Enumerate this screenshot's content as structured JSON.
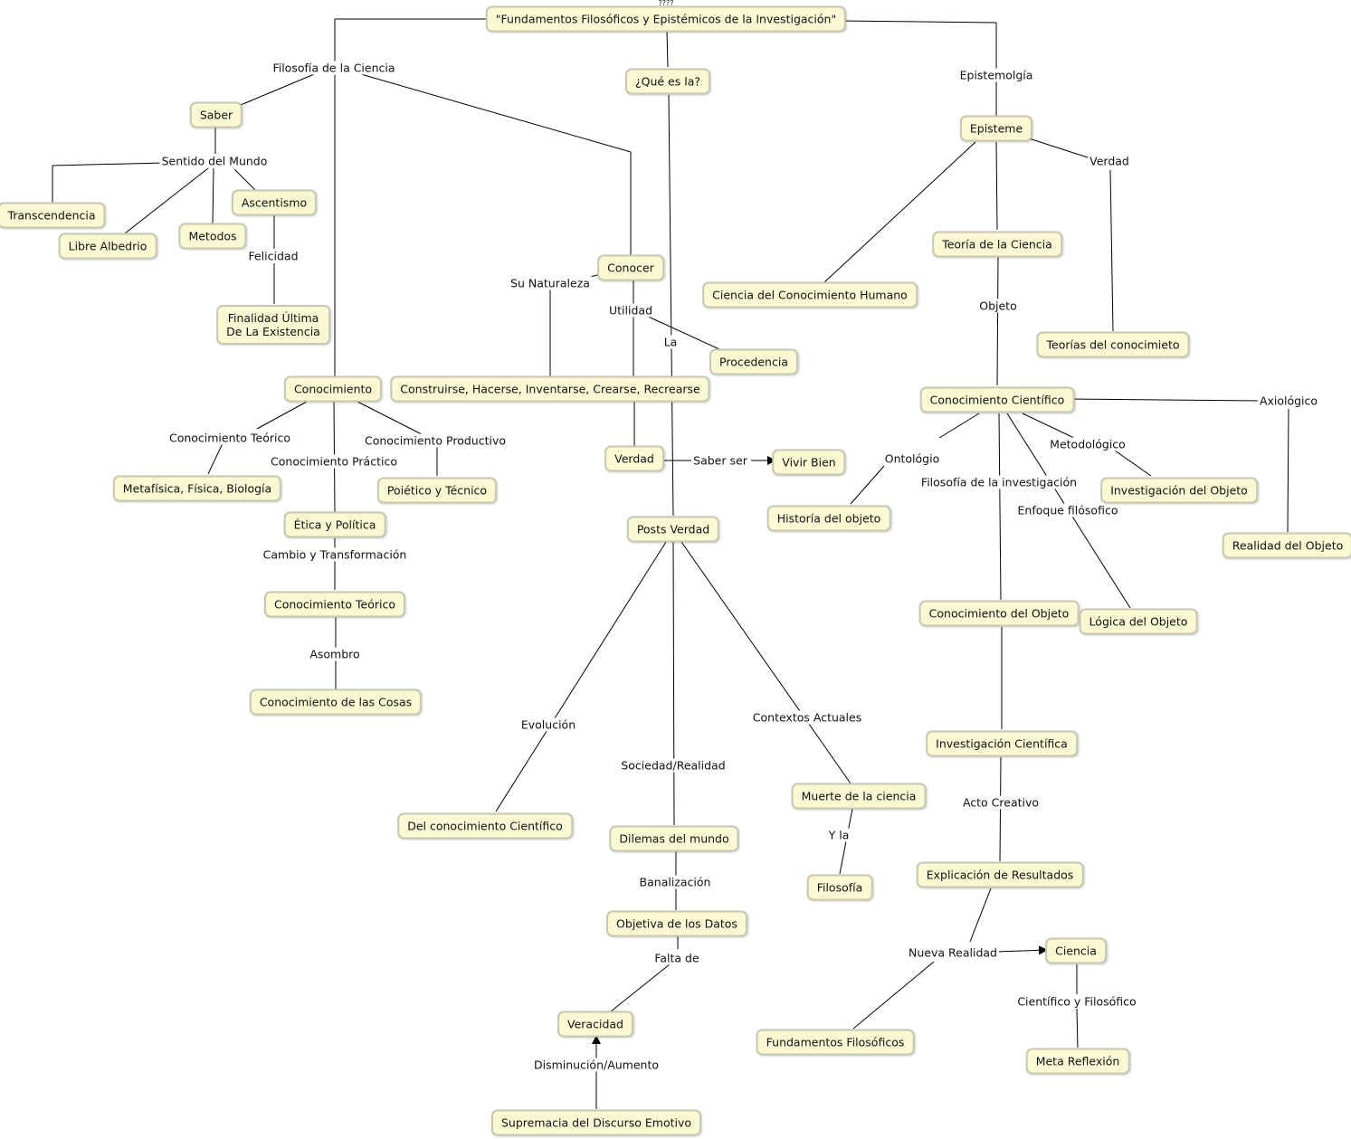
{
  "stray_text": "????",
  "nodes": {
    "root": "\"Fundamentos Filosóficos y Epistémicos de la Investigación\"",
    "que_es": "¿Qué es la?",
    "saber": "Saber",
    "transcendencia": "Transcendencia",
    "libre_albedrio": "Libre Albedrio",
    "metodos": "Metodos",
    "ascentismo": "Ascentismo",
    "finalidad": "Finalidad Última\nDe La Existencia",
    "conocer": "Conocer",
    "construirse": "Construirse, Hacerse, Inventarse, Crearse, Recrearse",
    "procedencia": "Procedencia",
    "verdad": "Verdad",
    "vivir_bien": "Vivir Bien",
    "posts_verdad": "Posts Verdad",
    "conocimiento": "Conocimiento",
    "metafisica": "Metafísica, Física, Biología",
    "poietico": "Poiético y Técnico",
    "etica": "Ética y Política",
    "conocimiento_teorico": "Conocimiento Teórico",
    "conocimiento_cosas": "Conocimiento de las Cosas",
    "del_conocimiento": "Del conocimiento Científico",
    "dilemas": "Dilemas del mundo",
    "objetiva": "Objetiva de los Datos",
    "veracidad": "Veracidad",
    "supremacia": "Supremacia del Discurso Emotivo",
    "muerte": "Muerte de la ciencia",
    "filosofia": "Filosofía",
    "episteme": "Episteme",
    "ciencia_humano": "Ciencia del Conocimiento Humano",
    "teoria_ciencia": "Teoría de la Ciencia",
    "teorias_conocimiento": "Teorías del conocimieto",
    "conocimiento_cientifico": "Conocimiento Científico",
    "historia_objeto": "Historía del objeto",
    "investigacion_objeto": "Investigación del Objeto",
    "realidad_objeto": "Realidad del Objeto",
    "conocimiento_objeto": "Conocimiento del Objeto",
    "logica_objeto": "Lógica del Objeto",
    "investigacion_cientifica": "Investigación Científica",
    "explicacion": "Explicación de Resultados",
    "ciencia": "Ciencia",
    "fundamentos": "Fundamentos Filosóficos",
    "meta_reflexion": "Meta Reflexión"
  },
  "labels": {
    "filosofia_ciencia": "Filosofía de la Ciencia",
    "epistemologia": "Epistemolgía",
    "sentido_mundo": "Sentido del Mundo",
    "felicidad": "Felicidad",
    "su_naturaleza": "Su Naturaleza",
    "utilidad": "Utilidad",
    "la": "La",
    "saber_ser": "Saber ser",
    "conocimiento_teorico": "Conocimiento Teórico",
    "conocimiento_practico": "Conocimiento Práctico",
    "conocimiento_productivo": "Conocimiento Productivo",
    "cambio": "Cambio y Transformación",
    "asombro": "Asombro",
    "evolucion": "Evolución",
    "sociedad": "Sociedad/Realidad",
    "contextos": "Contextos Actuales",
    "y_la": "Y la",
    "banalizacion": "Banalización",
    "falta_de": "Falta de",
    "disminucion": "Disminución/Aumento",
    "verdad": "Verdad",
    "objeto": "Objeto",
    "ontologio": "Ontológio",
    "filosofia_investigacion": "Filosofía de la investigación",
    "enfoque": "Enfoque filósofico",
    "metodologico": "Metodológico",
    "axiologico": "Axiológico",
    "acto_creativo": "Acto Creativo",
    "nueva_realidad": "Nueva Realidad",
    "cientifico_filosofico": "Científico y Filosófico"
  },
  "colors": {
    "node_fill": "#fbf9d4",
    "node_border": "#c7c7b2",
    "line": "#000000"
  }
}
